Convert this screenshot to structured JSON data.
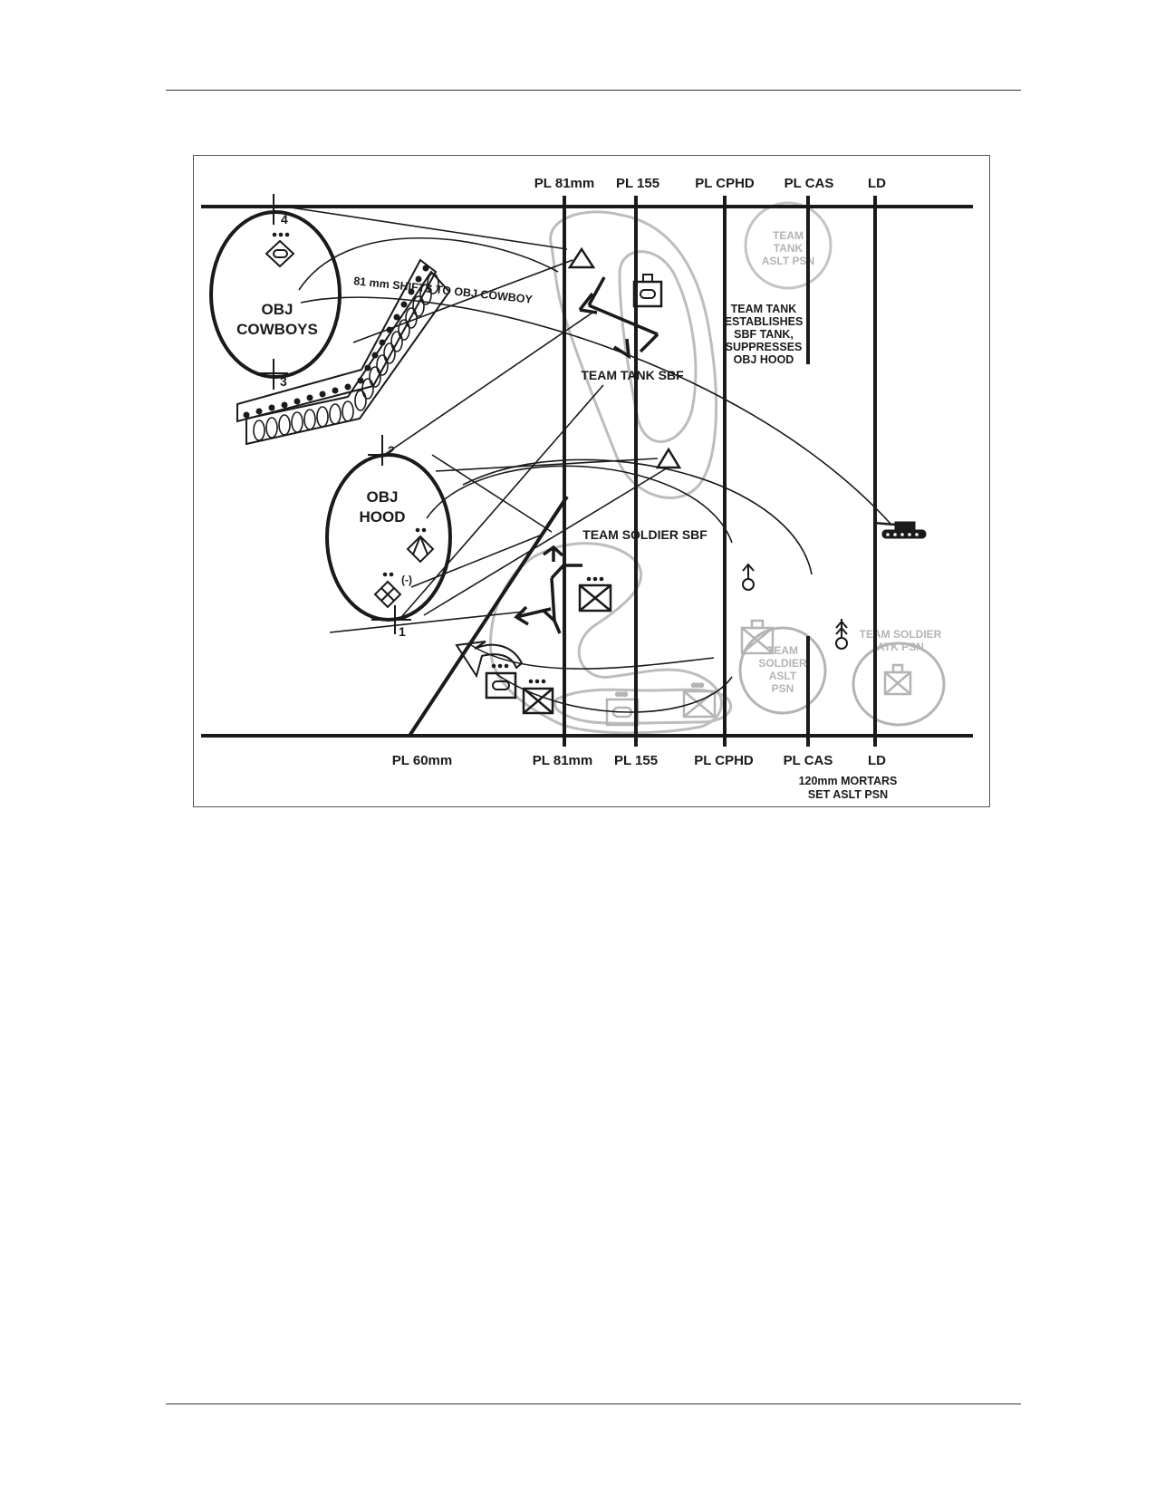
{
  "diagram": {
    "phase_lines_top": [
      "PL 81mm",
      "PL 155",
      "PL CPHD",
      "PL CAS",
      "LD"
    ],
    "phase_lines_bottom": [
      "PL 60mm",
      "PL 81mm",
      "PL 155",
      "PL CPHD",
      "PL CAS",
      "LD"
    ],
    "objectives": {
      "cowboys": {
        "line1": "OBJ",
        "line2": "COWBOYS"
      },
      "hood": {
        "line1": "OBJ",
        "line2": "HOOD"
      }
    },
    "target_numbers": [
      "4",
      "3",
      "2",
      "1"
    ],
    "fires_label": "81 mm SHIFTS TO OBJ COWBOY",
    "team_tank_sbf": "TEAM TANK SBF",
    "team_soldier_sbf": "TEAM SOLDIER SBF",
    "team_tank_aslt_psn": [
      "TEAM",
      "TANK",
      "ASLT PSN"
    ],
    "team_tank_note": [
      "TEAM TANK",
      "ESTABLISHES",
      "SBF TANK,",
      "SUPPRESSES",
      "OBJ HOOD"
    ],
    "team_soldier_aslt_psn": [
      "TEAM",
      "SOLDIER",
      "ASLT",
      "PSN"
    ],
    "team_soldier_atk_psn": [
      "TEAM SOLDIER",
      "ATK PSN"
    ],
    "mortars_note": [
      "120mm MORTARS",
      "SET ASLT PSN"
    ],
    "reduced_unit_mark": "(-)",
    "colors": {
      "ink": "#1a1a1a",
      "faded": "#b4b4b4",
      "frame": "#555555"
    }
  }
}
